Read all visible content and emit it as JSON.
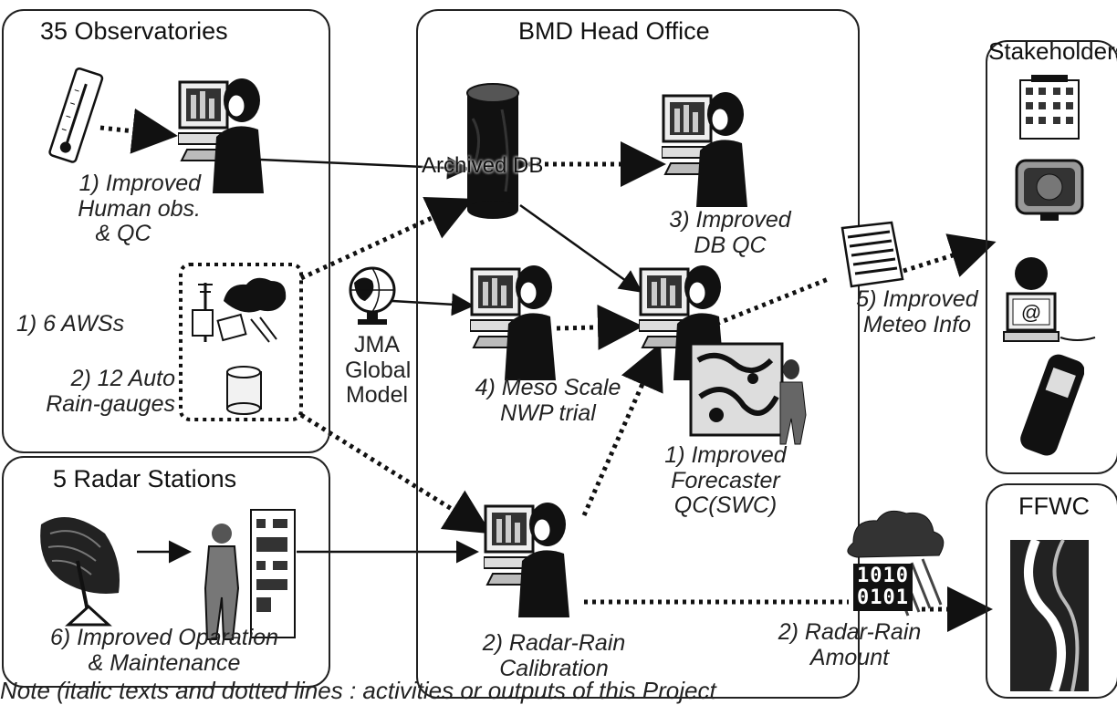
{
  "boxes": {
    "observatories": "35 Observatories",
    "head_office": "BMD Head Office",
    "stakeholders": "Stakeholders",
    "radar": "5 Radar Stations",
    "ffwc": "FFWC"
  },
  "labels": {
    "human_obs": [
      "1) Improved",
      "Human obs.",
      "& QC"
    ],
    "aws": "1) 6 AWSs",
    "rain_gauges": [
      "2) 12 Auto",
      "Rain-gauges"
    ],
    "jma": [
      "JMA",
      "Global",
      "Model"
    ],
    "archived_db": "Archived DB",
    "db_qc": [
      "3) Improved",
      "DB QC"
    ],
    "meso": [
      "4) Meso Scale",
      "NWP trial"
    ],
    "forecaster": [
      "1) Improved",
      "Forecaster",
      "QC(SWC)"
    ],
    "meteo": [
      "5) Improved",
      "Meteo Info"
    ],
    "radar_cal": [
      "2)  Radar-Rain",
      "Calibration"
    ],
    "radar_amount": [
      "2) Radar-Rain",
      "Amount"
    ],
    "operation": [
      "6) Improved Oparation",
      "& Maintenance"
    ],
    "binary": [
      "1010",
      "0101"
    ],
    "footnote": "Note (italic texts and dotted lines : activities or outputs of this Project"
  },
  "icons": {
    "thermometer": "thermometer-icon",
    "workstation": "computer-operator-icon",
    "database": "database-cylinder-icon",
    "weather": "weather-station-icon",
    "globe": "globe-icon",
    "radar_dish": "radar-dish-icon",
    "control_room": "control-room-icon",
    "building": "building-icon",
    "tv": "tv-icon",
    "pc": "computer-at-icon",
    "phone": "mobile-phone-icon",
    "newspaper": "newspaper-icon",
    "map": "weather-map-icon",
    "cloud": "rain-cloud-icon",
    "river": "river-map-icon"
  }
}
